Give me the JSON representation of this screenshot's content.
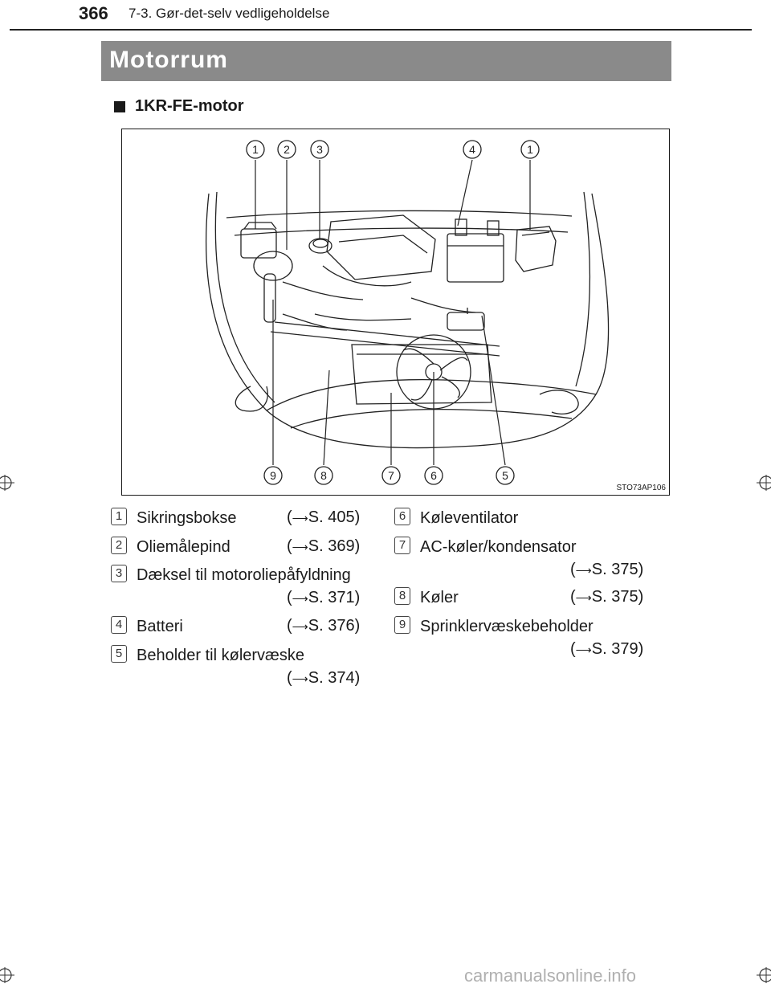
{
  "header": {
    "page_number": "366",
    "section": "7-3. Gør-det-selv vedligeholdelse"
  },
  "title": "Motorrum",
  "subsection": "1KR-FE-motor",
  "figure": {
    "code": "STO73AP106",
    "top_callouts": [
      "1",
      "2",
      "3",
      "4",
      "1"
    ],
    "bottom_callouts": [
      "9",
      "8",
      "7",
      "6",
      "5"
    ]
  },
  "legend": [
    {
      "num": "1",
      "label": "Sikringsbokse",
      "ref": "S. 405"
    },
    {
      "num": "2",
      "label": "Oliemålepind",
      "ref": "S. 369"
    },
    {
      "num": "3",
      "label": "Dæksel til motoroliepåfyldning",
      "ref": "S. 371"
    },
    {
      "num": "4",
      "label": "Batteri",
      "ref": "S. 376"
    },
    {
      "num": "5",
      "label": "Beholder til kølervæske",
      "ref": "S. 374"
    },
    {
      "num": "6",
      "label": "Køleventilator",
      "ref": ""
    },
    {
      "num": "7",
      "label": "AC-køler/kondensator",
      "ref": "S. 375"
    },
    {
      "num": "8",
      "label": "Køler",
      "ref": "S. 375"
    },
    {
      "num": "9",
      "label": "Sprinklervæskebeholder",
      "ref": "S. 379"
    }
  ],
  "footer": {
    "site": "carmanualsonline.info"
  }
}
